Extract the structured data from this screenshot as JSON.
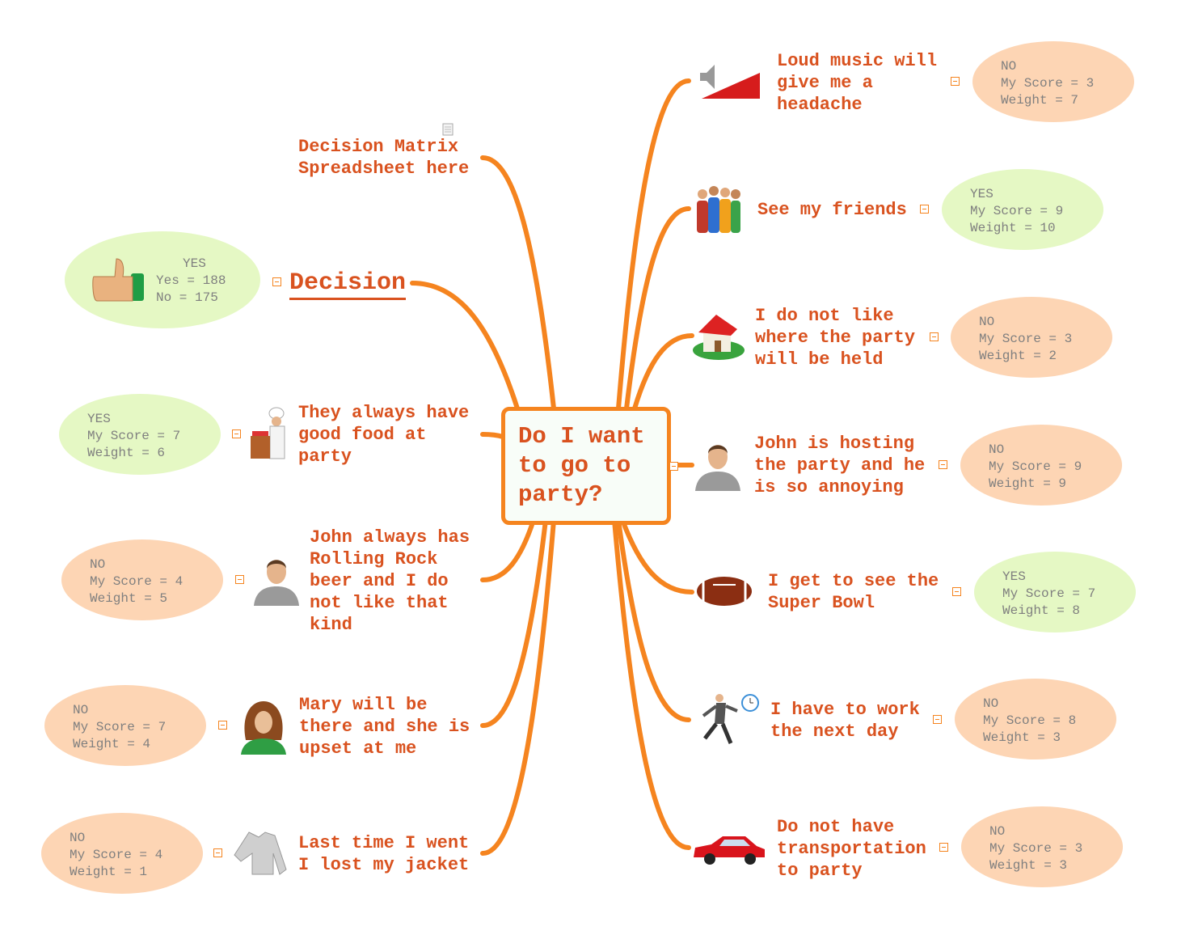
{
  "center": {
    "title": "Do I want\nto go to\nparty?"
  },
  "colors": {
    "branch": "#f5841f",
    "text": "#d9521f",
    "no_bubble": "#fdd5b4",
    "yes_bubble": "#e5f8c4",
    "note_text": "#7f7f7f"
  },
  "nodes": [
    {
      "id": "loud-music",
      "text": "Loud music will\ngive me a\nheadache",
      "icon": "speaker-icon",
      "note": {
        "kind": "no",
        "verdict": "NO",
        "lines": "My Score = 3\nWeight = 7"
      }
    },
    {
      "id": "see-friends",
      "text": "See my friends",
      "icon": "people-icon",
      "note": {
        "kind": "yes",
        "verdict": "YES",
        "lines": "My Score = 9\nWeight = 10"
      }
    },
    {
      "id": "party-location",
      "text": "I do not like\nwhere the party\nwill be held",
      "icon": "house-icon",
      "note": {
        "kind": "no",
        "verdict": "NO",
        "lines": "My Score = 3\nWeight = 2"
      }
    },
    {
      "id": "john-hosting",
      "text": "John is hosting\nthe party and he\nis so annoying",
      "icon": "man-icon",
      "note": {
        "kind": "no",
        "verdict": "NO",
        "lines": "My Score = 9\nWeight = 9"
      }
    },
    {
      "id": "super-bowl",
      "text": "I get to see the\nSuper Bowl",
      "icon": "football-icon",
      "note": {
        "kind": "yes",
        "verdict": "YES",
        "lines": "My Score = 7\nWeight = 8"
      }
    },
    {
      "id": "work-next-day",
      "text": "I have to work\nthe next day",
      "icon": "running-man-icon",
      "note": {
        "kind": "no",
        "verdict": "NO",
        "lines": "My Score = 8\nWeight = 3"
      }
    },
    {
      "id": "transportation",
      "text": "Do not have\ntransportation\nto party",
      "icon": "car-icon",
      "note": {
        "kind": "no",
        "verdict": "NO",
        "lines": "My Score = 3\nWeight = 3"
      }
    },
    {
      "id": "decision-matrix",
      "text": "Decision Matrix\nSpreadsheet here",
      "icon": "document-icon"
    },
    {
      "id": "decision",
      "text": "Decision",
      "icon": "thumbs-up-icon",
      "note": {
        "kind": "yes",
        "verdict": "YES",
        "lines": "Yes = 188\nNo = 175"
      }
    },
    {
      "id": "good-food",
      "text": "They always have\ngood food at\nparty",
      "icon": "chef-icon",
      "note": {
        "kind": "yes",
        "verdict": "YES",
        "lines": "My Score = 7\nWeight = 6"
      }
    },
    {
      "id": "rolling-rock",
      "text": "John always has\nRolling Rock\nbeer and I do\nnot like that\nkind",
      "icon": "man-icon",
      "note": {
        "kind": "no",
        "verdict": "NO",
        "lines": "My Score = 4\nWeight = 5"
      }
    },
    {
      "id": "mary-upset",
      "text": "Mary will be\nthere and she is\nupset at me",
      "icon": "woman-icon",
      "note": {
        "kind": "no",
        "verdict": "NO",
        "lines": "My Score = 7\nWeight = 4"
      }
    },
    {
      "id": "lost-jacket",
      "text": "Last time I went\nI lost my jacket",
      "icon": "jacket-icon",
      "note": {
        "kind": "no",
        "verdict": "NO",
        "lines": "My Score = 4\nWeight = 1"
      }
    }
  ]
}
